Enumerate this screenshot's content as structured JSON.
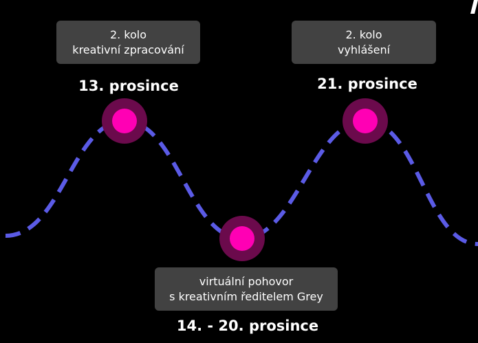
{
  "colors": {
    "background": "#000000",
    "wave": "#5b5be6",
    "marker_core": "#ff00b4",
    "marker_halo": "#6b0a4c",
    "card_background": "#424242",
    "text": "#ffffff"
  },
  "milestones": [
    {
      "id": "round2-creative",
      "label_line1": "2. kolo",
      "label_line2": "kreativní zpracování",
      "date": "13. prosince"
    },
    {
      "id": "interview",
      "label_line1": "virtuální pohovor",
      "label_line2": "s kreativním ředitelem Grey",
      "date": "14. - 20. prosince"
    },
    {
      "id": "round2-announcement",
      "label_line1": "2. kolo",
      "label_line2": "vyhlášení",
      "date": "21. prosince"
    }
  ]
}
